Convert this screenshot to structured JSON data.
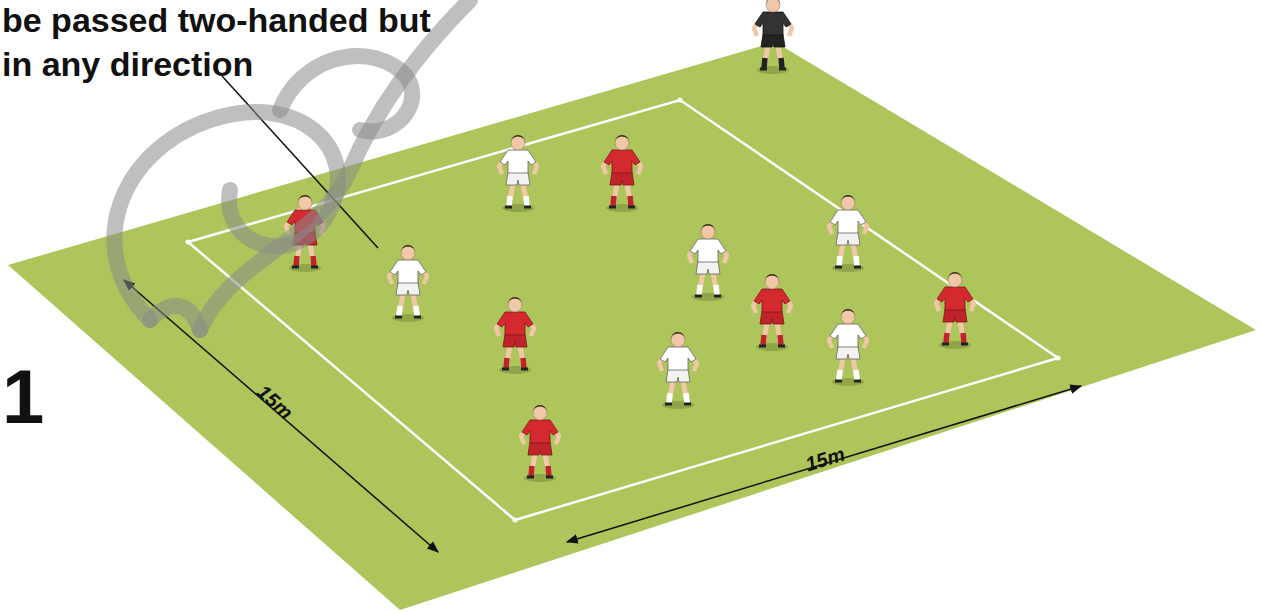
{
  "diagram": {
    "labels": [
      "be passed two-handed but in any direction",
      "1",
      "15m",
      "15m"
    ]
  }
}
